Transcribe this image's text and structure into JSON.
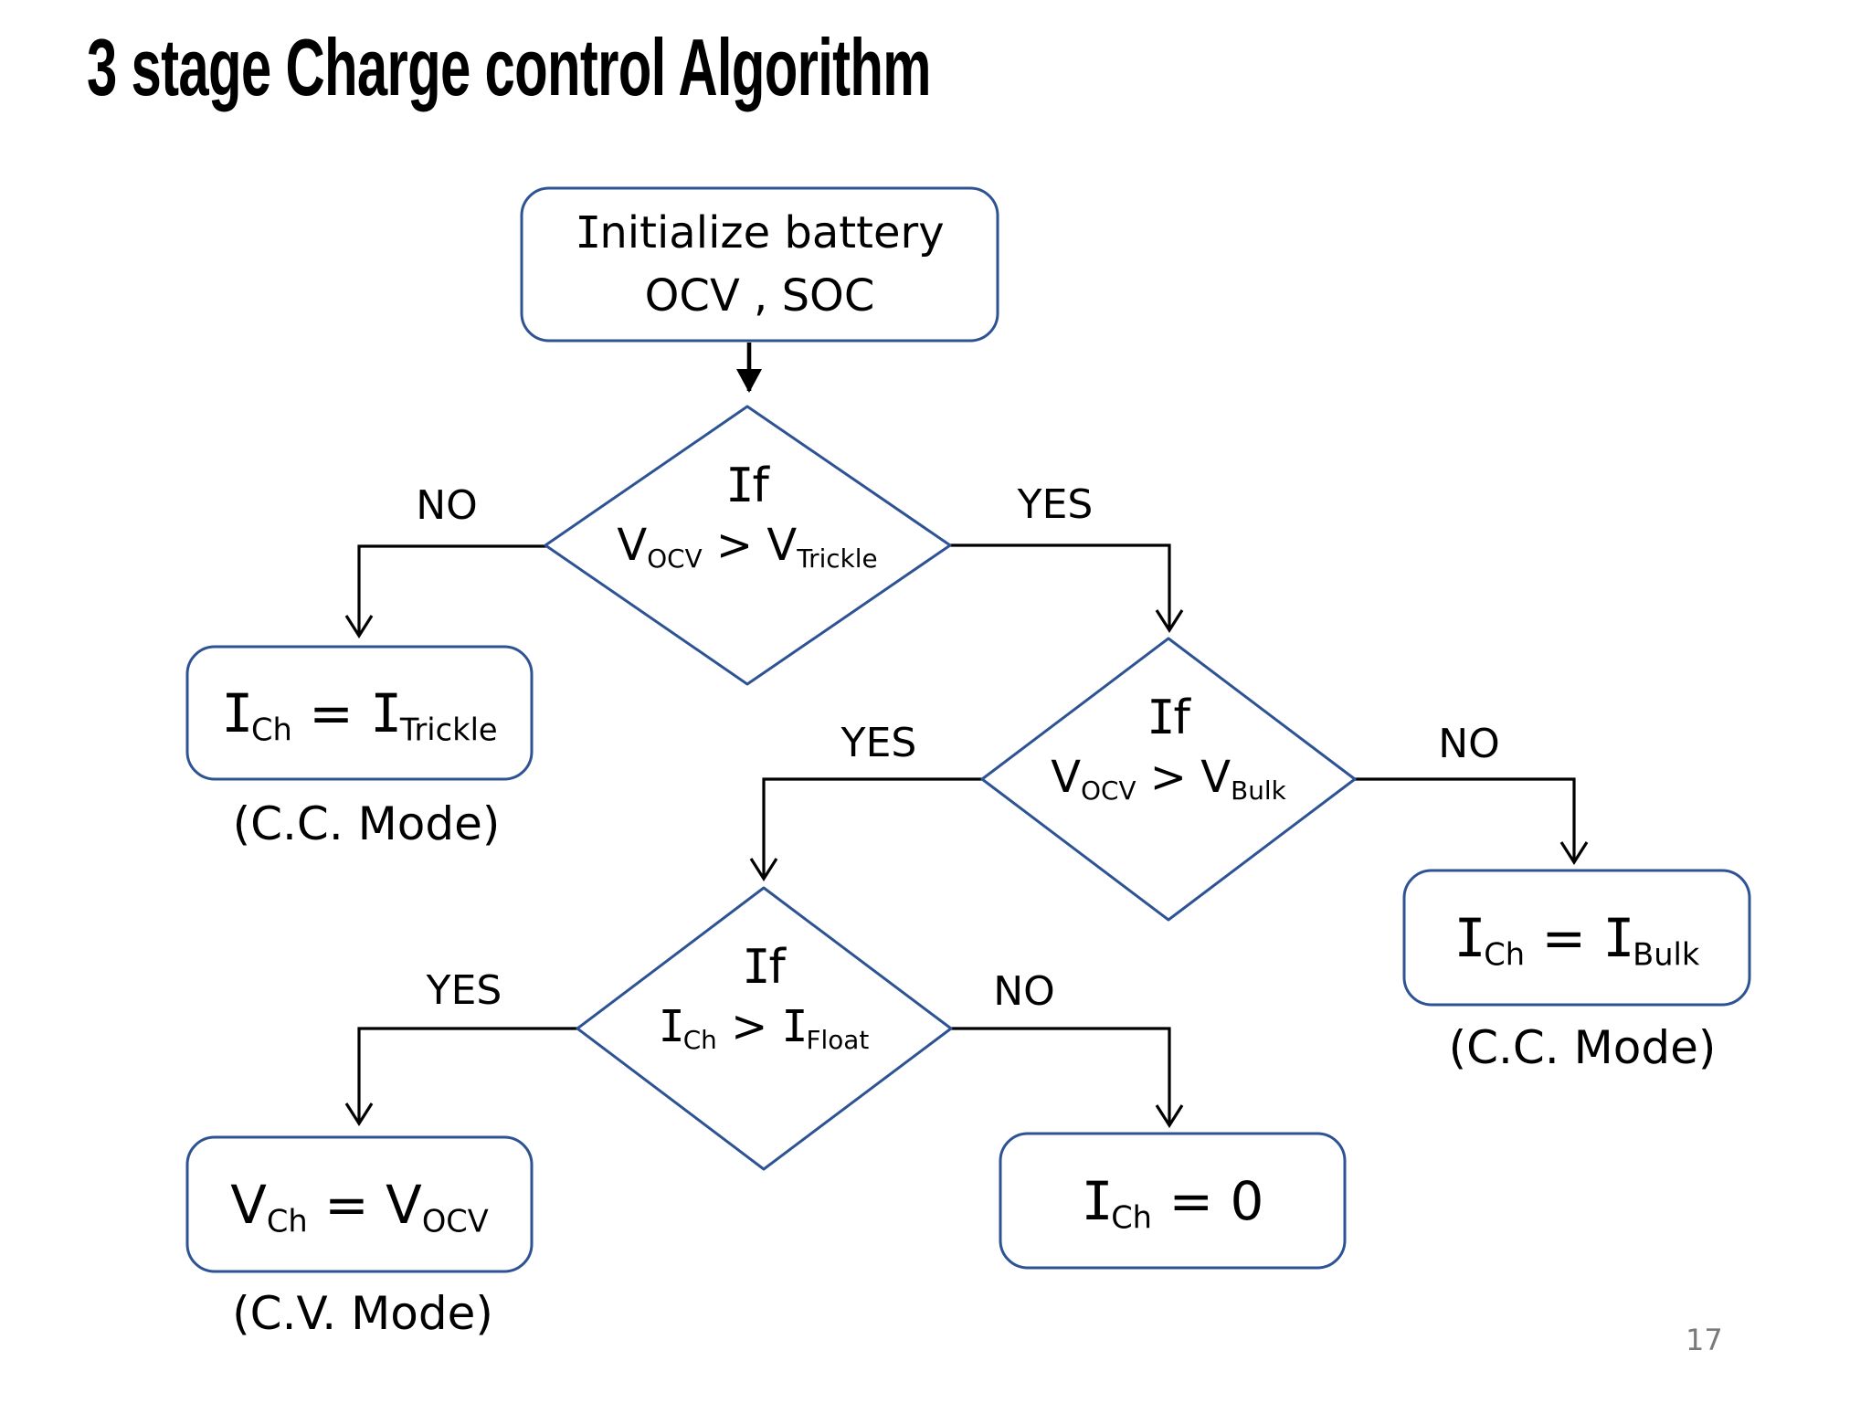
{
  "title": "3 stage Charge control Algorithm",
  "page_number": "17",
  "colors": {
    "shape_border": "#2e5395",
    "connector": "#000000",
    "text": "#000000",
    "page_number": "#7a7a7a",
    "background": "#ffffff"
  },
  "flow": {
    "start": {
      "line1": "Initialize battery",
      "line2": "OCV , SOC"
    },
    "d1": {
      "if_label": "If",
      "condition": "V_{OCV} > V_{Trickle}",
      "no": "NO",
      "yes": "YES"
    },
    "d2": {
      "if_label": "If",
      "condition": "V_{OCV} > V_{Bulk}",
      "yes": "YES",
      "no": "NO"
    },
    "d3": {
      "if_label": "If",
      "condition": "I_{Ch} > I_{Float}",
      "yes": "YES",
      "no": "NO"
    },
    "box_trickle": {
      "formula": "I_{Ch} = I_{Trickle}",
      "caption": "(C.C. Mode)"
    },
    "box_bulk": {
      "formula": "I_{Ch} = I_{Bulk}",
      "caption": "(C.C. Mode)"
    },
    "box_cv": {
      "formula": "V_{Ch} = V_{OCV}",
      "caption": "(C.V. Mode)"
    },
    "box_zero": {
      "formula": "I_{Ch} = 0"
    }
  }
}
